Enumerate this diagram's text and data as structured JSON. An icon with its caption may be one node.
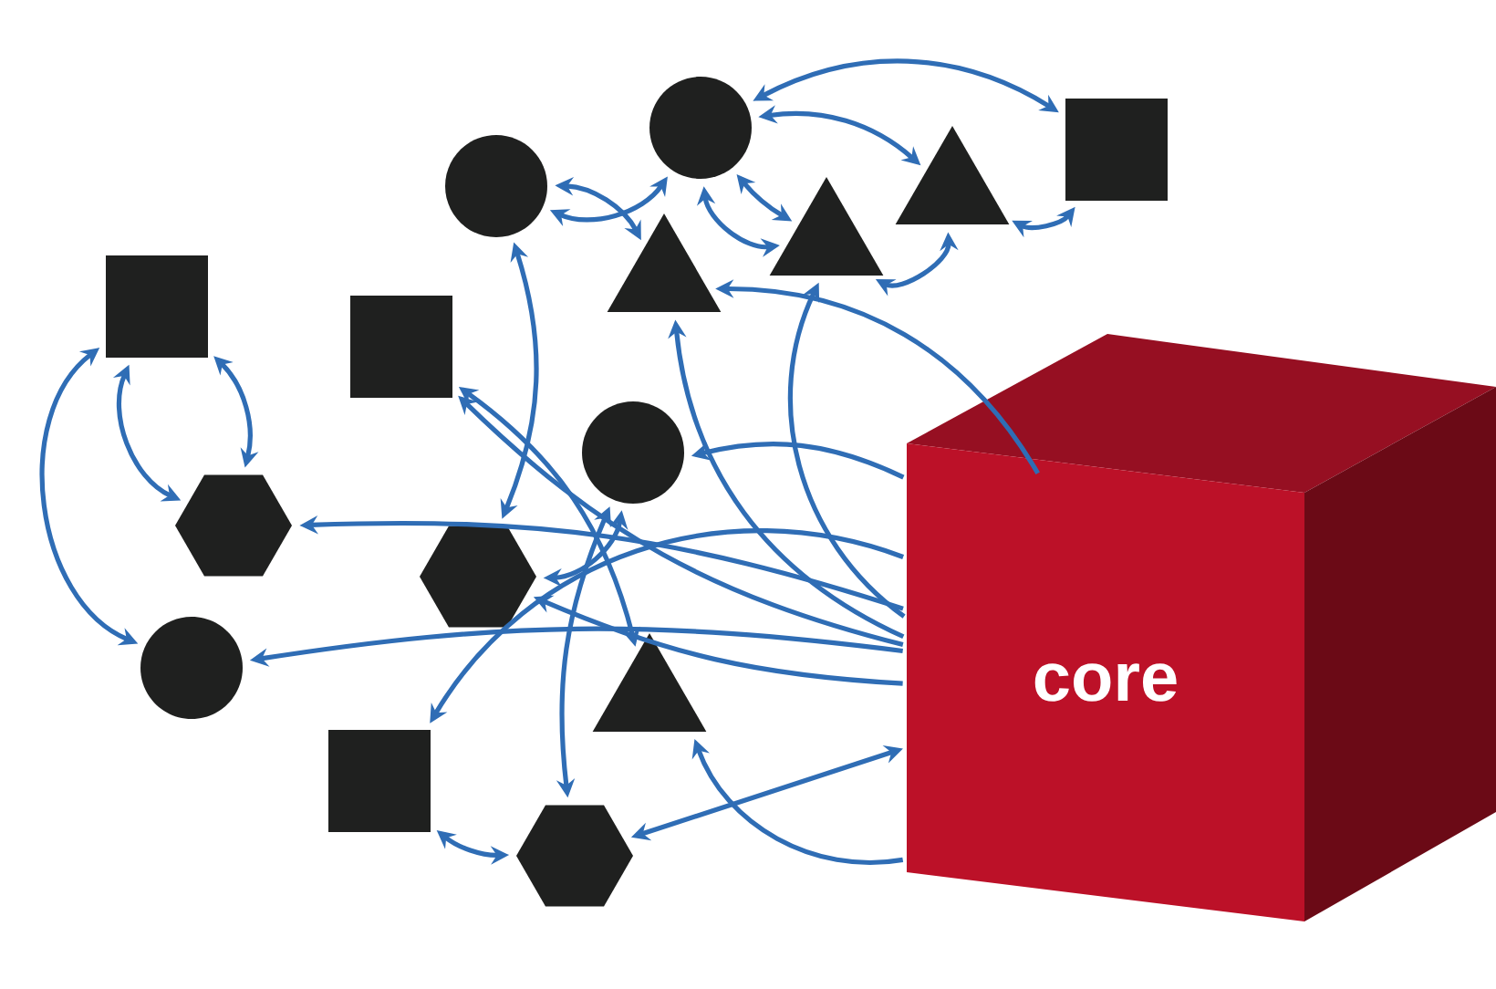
{
  "diagram": {
    "nodes": [
      {
        "text": [],
        "shape": "circle"
      },
      {
        "text": [],
        "shape": "circle"
      },
      {
        "text": [],
        "shape": "square"
      },
      {
        "text": [],
        "shape": "triangle"
      },
      {
        "text": [],
        "shape": "triangle"
      },
      {
        "text": [],
        "shape": "triangle"
      },
      {
        "text": [],
        "shape": "square"
      },
      {
        "text": [],
        "shape": "square"
      },
      {
        "text": [],
        "shape": "circle"
      },
      {
        "text": [],
        "shape": "hexagon"
      },
      {
        "text": [],
        "shape": "hexagon"
      },
      {
        "text": [],
        "shape": "circle"
      },
      {
        "text": [],
        "shape": "triangle"
      },
      {
        "text": [],
        "shape": "square"
      },
      {
        "text": [],
        "shape": "hexagon"
      },
      {
        "text": [
          "core"
        ]
      }
    ],
    "edges": [
      {
        "from": 0,
        "to": 4,
        "arrow": "both"
      },
      {
        "from": 0,
        "to": 1,
        "arrow": "both"
      },
      {
        "from": 1,
        "to": 5,
        "arrow": "both"
      },
      {
        "from": 1,
        "to": 3,
        "arrow": "both"
      },
      {
        "from": 1,
        "to": 2,
        "arrow": "both"
      },
      {
        "from": 1,
        "to": 5,
        "arrow": "both"
      },
      {
        "from": 3,
        "to": 5,
        "arrow": "both"
      },
      {
        "from": 3,
        "to": 2,
        "arrow": "both"
      },
      {
        "from": 15,
        "to": 5,
        "arrow": "to"
      },
      {
        "from": 15,
        "to": 4,
        "arrow": "to"
      },
      {
        "from": 15,
        "to": 8,
        "arrow": "to"
      },
      {
        "from": 15,
        "to": 9,
        "arrow": "to"
      },
      {
        "from": 15,
        "to": 11,
        "arrow": "to"
      },
      {
        "from": 15,
        "to": 10,
        "arrow": "to"
      },
      {
        "from": 15,
        "to": 7,
        "arrow": "to"
      },
      {
        "from": 15,
        "to": 4,
        "arrow": "to"
      },
      {
        "from": 15,
        "to": 14,
        "arrow": "both"
      },
      {
        "from": 15,
        "to": 12,
        "arrow": "to"
      },
      {
        "from": 15,
        "to": 13,
        "arrow": "to"
      },
      {
        "from": 13,
        "to": 14,
        "arrow": "both"
      },
      {
        "from": 14,
        "to": 8,
        "arrow": "both"
      },
      {
        "from": 7,
        "to": 12,
        "arrow": "both"
      },
      {
        "from": 10,
        "to": 8,
        "arrow": "both"
      },
      {
        "from": 0,
        "to": 10,
        "arrow": "both"
      },
      {
        "from": 6,
        "to": 9,
        "arrow": "both"
      },
      {
        "from": 6,
        "to": 11,
        "arrow": "both"
      },
      {
        "from": 6,
        "to": 9,
        "arrow": "both"
      }
    ]
  }
}
